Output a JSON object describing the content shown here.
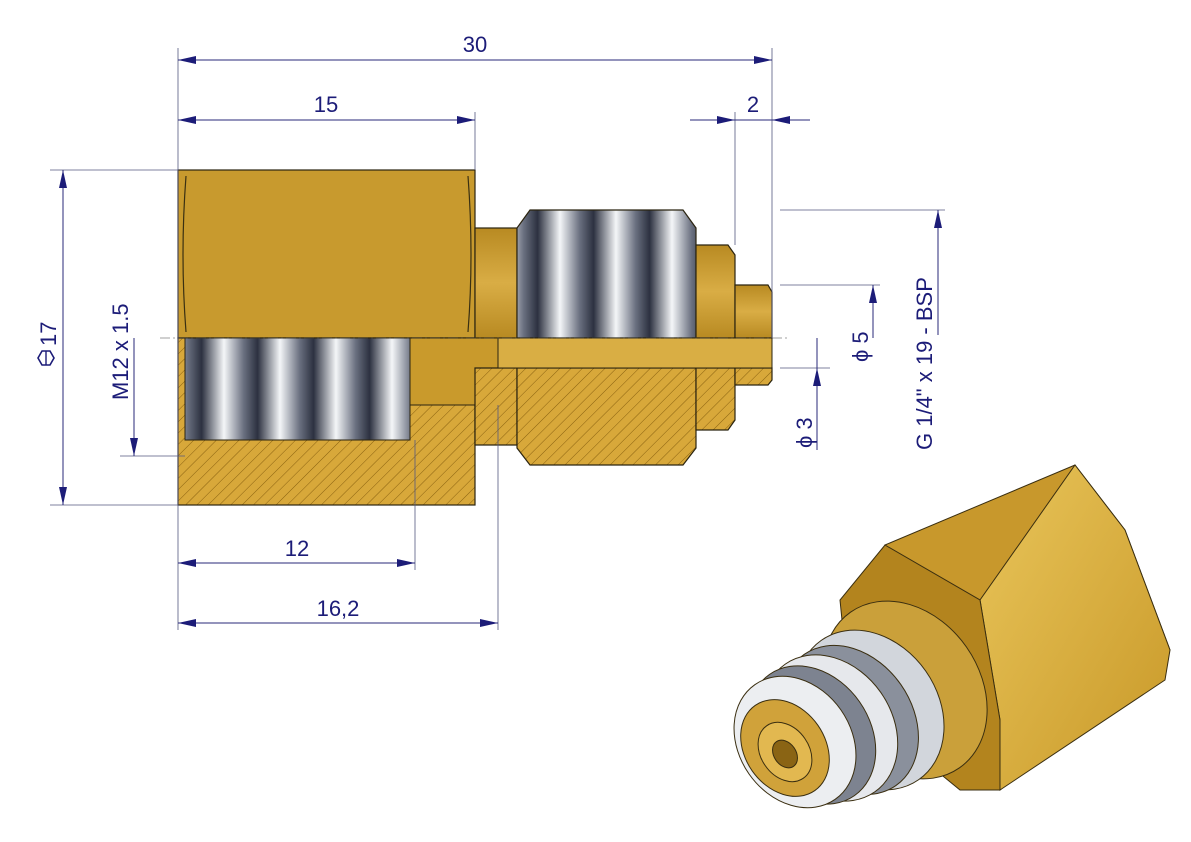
{
  "dimensions": {
    "overall_length": "30",
    "hex_length": "15",
    "tip_length": "2",
    "hex_size": "17",
    "internal_thread": "M12 x 1.5",
    "tip_diameter": "ϕ 5",
    "bore_diameter": "ϕ 3",
    "external_thread": "G 1/4\" x 19 - BSP",
    "thread_depth": "12",
    "bore_depth": "16,2"
  },
  "colors": {
    "brass": "#d4a535",
    "brass_dark": "#a87a18",
    "steel": "#c8ccd4",
    "dimension": "#1c1c78"
  }
}
